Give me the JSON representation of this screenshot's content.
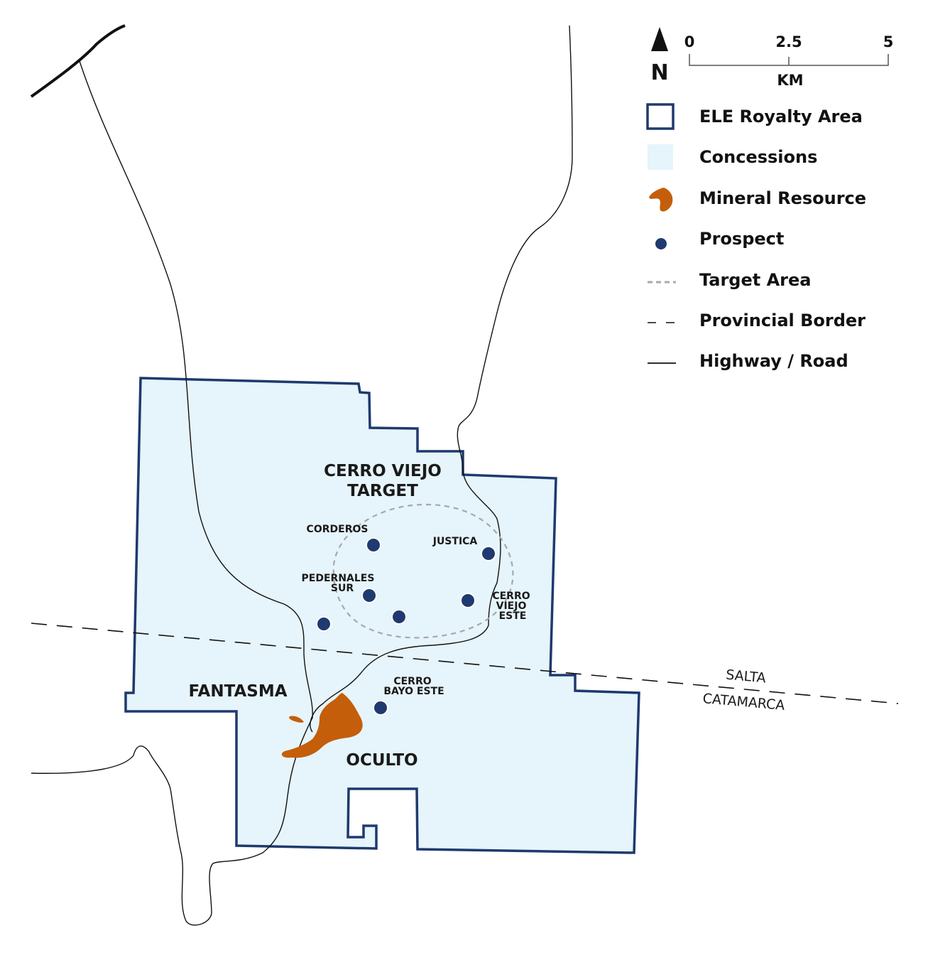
{
  "map": {
    "labels": {
      "cerro_viejo_target_line1": "CERRO VIEJO",
      "cerro_viejo_target_line2": "TARGET",
      "fantasma": "FANTASMA",
      "oculto": "OCULTO",
      "salta": "SALTA",
      "catamarca": "CATAMARCA"
    },
    "prospects": {
      "corderos": "CORDEROS",
      "justica": "JUSTICA",
      "pedernales_line1": "PEDERNALES",
      "pedernales_line2": "SUR",
      "cerro_viejo_este_line1": "CERRO",
      "cerro_viejo_este_line2": "VIEJO",
      "cerro_viejo_este_line3": "ESTE",
      "cerro_bayo_este_line1": "CERRO",
      "cerro_bayo_este_line2": "BAYO ESTE"
    }
  },
  "north_arrow": {
    "label": "N"
  },
  "scale_bar": {
    "tick_0": "0",
    "tick_mid": "2.5",
    "tick_max": "5",
    "unit": "KM"
  },
  "legend": {
    "royalty_area": "ELE Royalty Area",
    "concessions": "Concessions",
    "mineral_resource": "Mineral Resource",
    "prospect": "Prospect",
    "target_area": "Target Area",
    "provincial_border": "Provincial Border",
    "highway_road": "Highway / Road"
  },
  "colors": {
    "royalty_outline": "#1e3a6e",
    "concession_fill": "#e6f4fb",
    "mineral_resource": "#c45e0a",
    "prospect": "#1f3a70",
    "target_area": "#a8a8a8",
    "line": "#111111"
  }
}
